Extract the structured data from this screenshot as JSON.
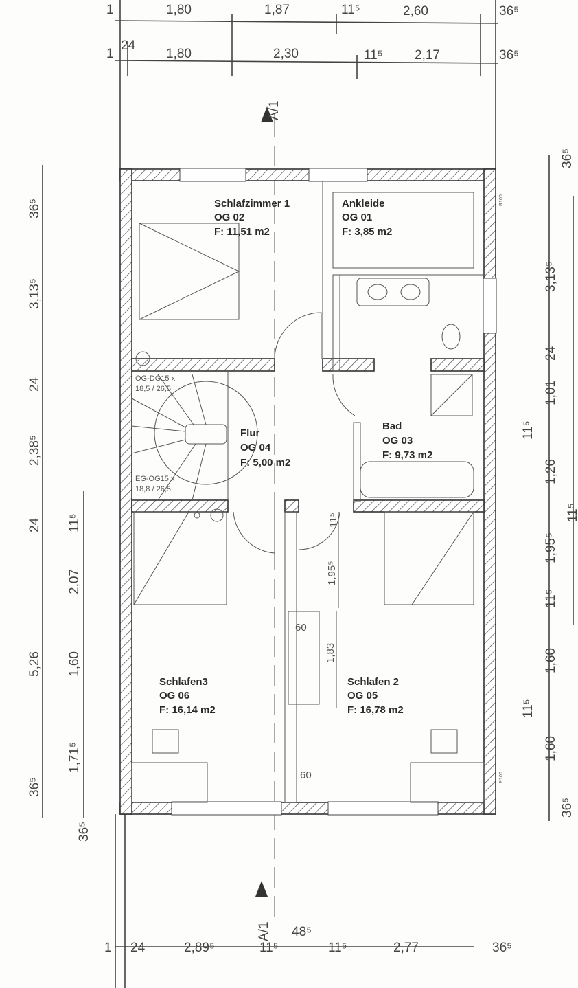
{
  "rooms": {
    "schlafzimmer1": {
      "name": "Schlafzimmer 1",
      "code": "OG 02",
      "area": "F: 11,51 m2"
    },
    "ankleide": {
      "name": "Ankleide",
      "code": "OG 01",
      "area": "F: 3,85 m2"
    },
    "flur": {
      "name": "Flur",
      "code": "OG 04",
      "area": "F: 5,00 m2"
    },
    "bad": {
      "name": "Bad",
      "code": "OG 03",
      "area": "F: 9,73 m2"
    },
    "schlafen3": {
      "name": "Schlafen3",
      "code": "OG 06",
      "area": "F: 16,14 m2"
    },
    "schlafen2": {
      "name": "Schlafen 2",
      "code": "OG 05",
      "area": "F: 16,78 m2"
    }
  },
  "stairs": {
    "upper": {
      "line1": "OG-DG15 x",
      "line2": "18,5 / 26,5"
    },
    "lower": {
      "line1": "EG-OG15 x",
      "line2": "18,8 / 26,5"
    }
  },
  "section_marks": {
    "top": "A/1",
    "bottom": "A/1"
  },
  "rohr_labels": [
    "R100",
    "R100"
  ],
  "dimensions": {
    "top_row1": [
      "1",
      "1,80",
      "1,87",
      "11⁵",
      "2,60",
      "36⁵"
    ],
    "top_row2": [
      "1",
      "24",
      "1,80",
      "2,30",
      "11⁵",
      "2,17",
      "36⁵"
    ],
    "left_outer": [
      "36⁵",
      "3,13⁵",
      "24",
      "2,38⁵",
      "24",
      "5,26",
      "36⁵"
    ],
    "left_inner": [
      "11⁵",
      "2,07",
      "1,60",
      "1,71⁵",
      "36⁵"
    ],
    "right_inner": [
      "36⁵",
      "3,13⁵",
      "24",
      "1,01",
      "11⁵",
      "1,26",
      "1,95⁵",
      "11⁵",
      "1,60",
      "11⁵",
      "1,60",
      "36⁵"
    ],
    "right_outer": [
      "11⁵"
    ],
    "bottom_row": [
      "1",
      "24",
      "2,89⁵",
      "11⁵",
      "48⁵",
      "11⁵",
      "2,77",
      "36⁵"
    ],
    "interior": [
      "11⁵",
      "1,95⁵",
      "60",
      "1,83",
      "60"
    ]
  }
}
